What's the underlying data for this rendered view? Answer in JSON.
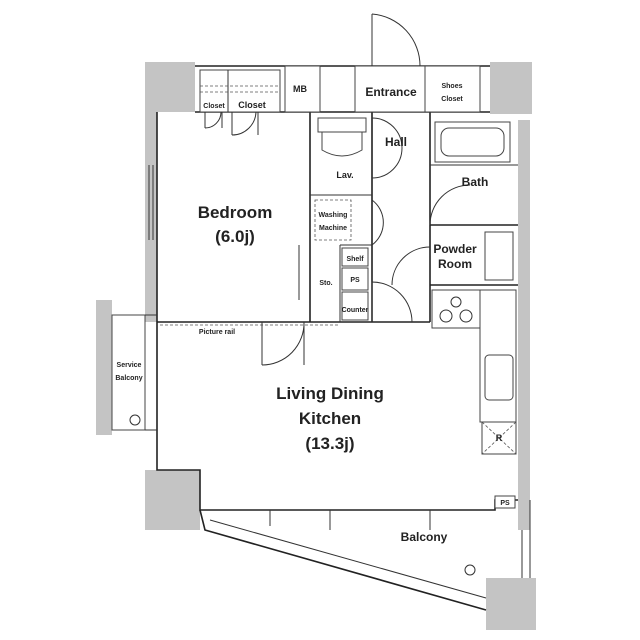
{
  "rooms": {
    "entrance": "Entrance",
    "shoes_closet_line1": "Shoes",
    "shoes_closet_line2": "Closet",
    "mb": "MB",
    "closet_small": "Closet",
    "closet": "Closet",
    "hall": "Hall",
    "lav": "Lav.",
    "bath": "Bath",
    "washing_line1": "Washing",
    "washing_line2": "Machine",
    "powder_line1": "Powder",
    "powder_line2": "Room",
    "shelf": "Shelf",
    "ps": "PS",
    "sto": "Sto.",
    "counter": "Counter",
    "bedroom_name": "Bedroom",
    "bedroom_size": "(6.0j)",
    "picture_rail": "Picture rail",
    "service_balcony_line1": "Service",
    "service_balcony_line2": "Balcony",
    "ldk_line1": "Living Dining",
    "ldk_line2": "Kitchen",
    "ldk_size": "(13.3j)",
    "r": "R",
    "ps_balcony": "PS",
    "balcony": "Balcony"
  }
}
